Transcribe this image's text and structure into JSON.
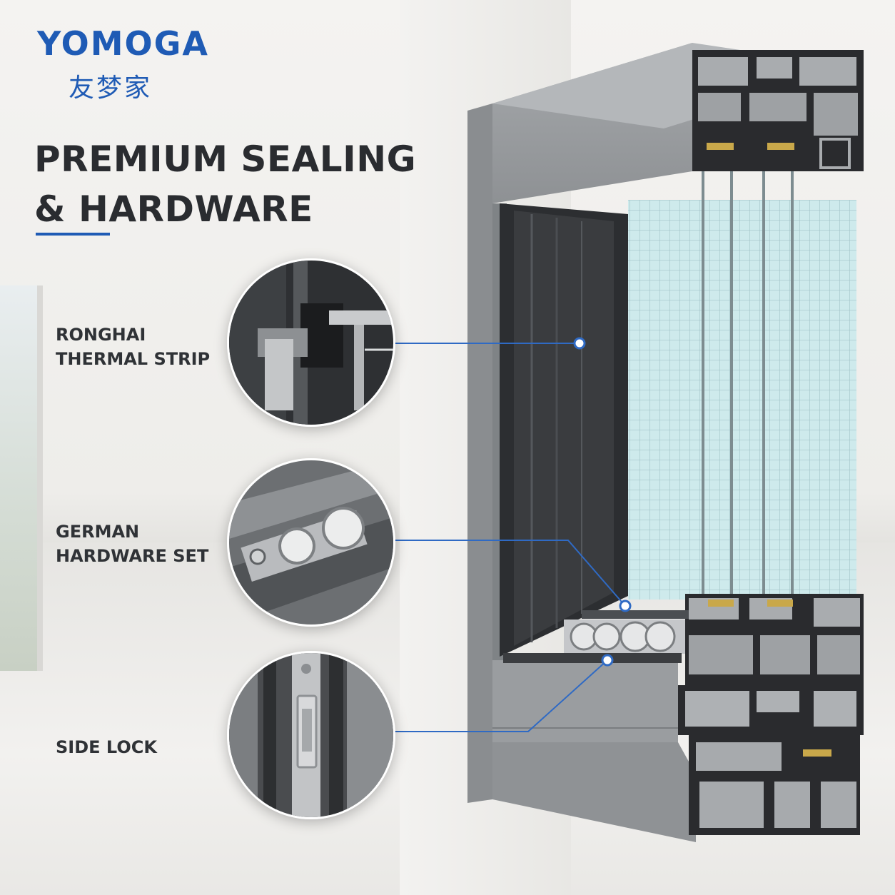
{
  "brand": {
    "name_en": "YOMOGA",
    "name_cn": "友梦家",
    "color": "#1f5bb5"
  },
  "headline": {
    "line1": "PREMIUM SEALING",
    "line2": "& HARDWARE"
  },
  "features": [
    {
      "line1": "RONGHAI",
      "line2": "THERMAL STRIP",
      "icon": "thermal-strip-detail"
    },
    {
      "line1": "GERMAN",
      "line2": "HARDWARE SET",
      "icon": "roller-hardware-detail"
    },
    {
      "line1": "SIDE LOCK",
      "line2": "",
      "icon": "side-lock-detail"
    }
  ],
  "colors": {
    "frame": "#8c8f92",
    "frame_dark": "#2b2d30",
    "glass": "#bfe3e6",
    "callout_line": "#2f6ac4"
  }
}
